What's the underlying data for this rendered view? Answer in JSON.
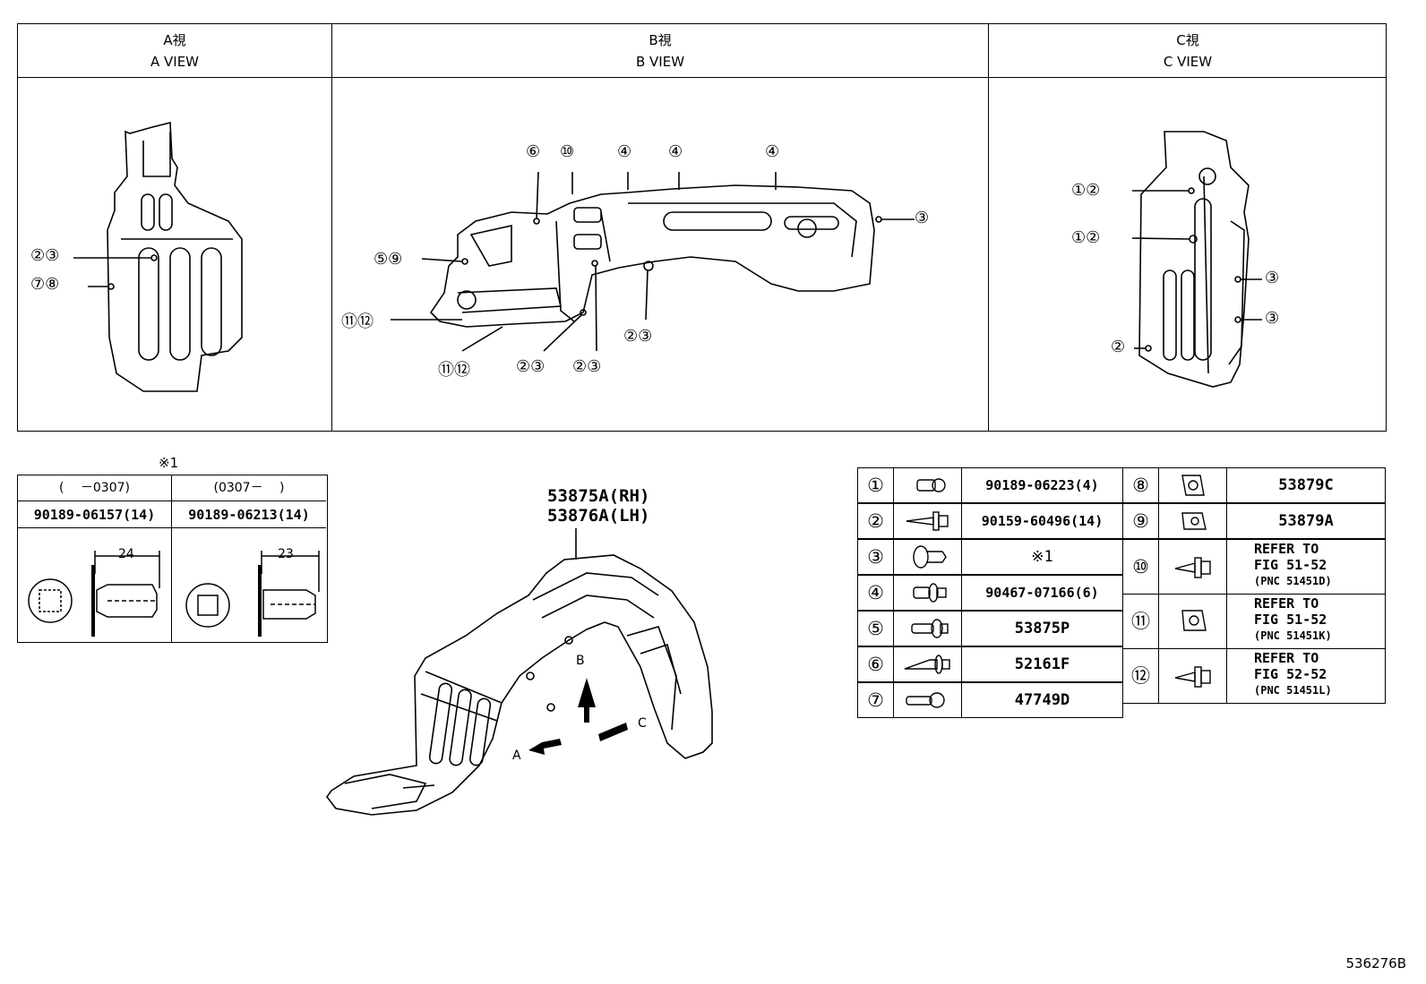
{
  "views": [
    {
      "jp": "A視",
      "en": "A VIEW"
    },
    {
      "jp": "B視",
      "en": "B VIEW"
    },
    {
      "jp": "C視",
      "en": "C VIEW"
    }
  ],
  "a_view_callouts": [
    "②③",
    "⑦⑧"
  ],
  "b_view_callouts": [
    "⑥",
    "⑩",
    "④",
    "④",
    "④",
    "③",
    "⑤⑨",
    "⑪⑫",
    "⑪⑫",
    "②③",
    "②③",
    "②③"
  ],
  "c_view_callouts": [
    "①②",
    "①②",
    "③",
    "③",
    "②"
  ],
  "clip_table": {
    "note": "※1",
    "columns": [
      {
        "range": "(　 －0307)",
        "part": "90189-06157(14)",
        "dim": "24"
      },
      {
        "range": "(0307－　 )",
        "part": "90189-06213(14)",
        "dim": "23"
      }
    ]
  },
  "main_part": {
    "rh": "53875A(RH)",
    "lh": "53876A(LH)"
  },
  "arrows": {
    "a": "A",
    "b": "B",
    "c": "C"
  },
  "parts_left": [
    {
      "num": "①",
      "part": "90189-06223(4)",
      "icon": "clip-icon"
    },
    {
      "num": "②",
      "part": "90159-60496(14)",
      "icon": "screw-icon"
    },
    {
      "num": "③",
      "part": "※1",
      "icon": "push-clip-icon"
    },
    {
      "num": "④",
      "part": "90467-07166(6)",
      "icon": "clip-icon"
    },
    {
      "num": "⑤",
      "part": "53875P",
      "icon": "clip-icon"
    },
    {
      "num": "⑥",
      "part": "52161F",
      "icon": "retainer-icon"
    },
    {
      "num": "⑦",
      "part": "47749D",
      "icon": "clip-icon"
    }
  ],
  "parts_right": [
    {
      "num": "⑧",
      "part": "53879C",
      "icon": "nut-icon"
    },
    {
      "num": "⑨",
      "part": "53879A",
      "icon": "nut-icon"
    },
    {
      "num": "⑩",
      "ref1": "REFER TO",
      "ref2": "FIG 51-52",
      "ref3": "(PNC 51451D)",
      "icon": "bolt-icon"
    },
    {
      "num": "⑪",
      "ref1": "REFER TO",
      "ref2": "FIG 51-52",
      "ref3": "(PNC 51451K)",
      "icon": "nut-icon"
    },
    {
      "num": "⑫",
      "ref1": "REFER TO",
      "ref2": "FIG 52-52",
      "ref3": "(PNC 51451L)",
      "icon": "bolt-icon"
    }
  ],
  "figure_id": "536276B"
}
